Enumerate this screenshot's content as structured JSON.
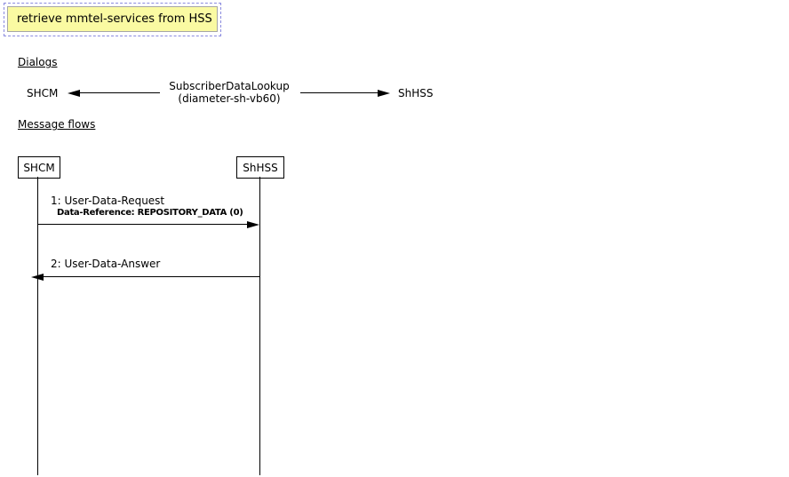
{
  "note": {
    "text": "retrieve mmtel-services from HSS",
    "fill_color": "#fafaa2",
    "inner_border_color": "#a6a6a6",
    "dashed_border_color": "#8a8ade"
  },
  "sections": {
    "dialogs_heading": "Dialogs",
    "message_flows_heading": "Message flows"
  },
  "dialog": {
    "left_party": "SHCM",
    "right_party": "ShHSS",
    "name": "SubscriberDataLookup",
    "protocol": "(diameter-sh-vb60)"
  },
  "message_flow": {
    "lifelines": [
      {
        "label": "SHCM"
      },
      {
        "label": "ShHSS"
      }
    ],
    "messages": [
      {
        "label": "1: User-Data-Request",
        "detail": "Data-Reference: REPOSITORY_DATA (0)",
        "from": "SHCM",
        "to": "ShHSS",
        "direction": "right"
      },
      {
        "label": "2: User-Data-Answer",
        "detail": "",
        "from": "ShHSS",
        "to": "SHCM",
        "direction": "left"
      }
    ]
  }
}
